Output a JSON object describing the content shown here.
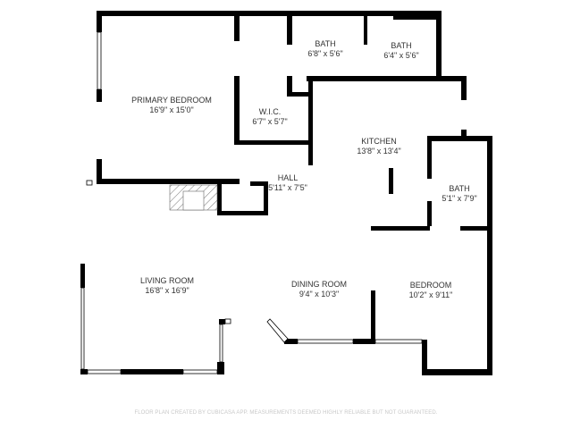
{
  "rooms": [
    {
      "name": "PRIMARY BEDROOM",
      "size": "16'9\" x 15'0\""
    },
    {
      "name": "BATH",
      "size": "6'8\" x 5'6\""
    },
    {
      "name": "BATH",
      "size": "6'4\" x 5'6\""
    },
    {
      "name": "W.I.C.",
      "size": "6'7\" x 5'7\""
    },
    {
      "name": "KITCHEN",
      "size": "13'8\" x 13'4\""
    },
    {
      "name": "HALL",
      "size": "5'11\" x 7'5\""
    },
    {
      "name": "BATH",
      "size": "5'1\" x 7'9\""
    },
    {
      "name": "LIVING ROOM",
      "size": "16'8\" x 16'9\""
    },
    {
      "name": "DINING ROOM",
      "size": "9'4\" x 10'3\""
    },
    {
      "name": "BEDROOM",
      "size": "10'2\" x 9'11\""
    }
  ],
  "footer": "FLOOR PLAN CREATED BY CUBICASA APP. MEASUREMENTS DEEMED HIGHLY RELIABLE BUT NOT GUARANTEED.",
  "colors": {
    "wall": "#000000",
    "window": "#ffffff",
    "footer": "#c8c8c8"
  }
}
